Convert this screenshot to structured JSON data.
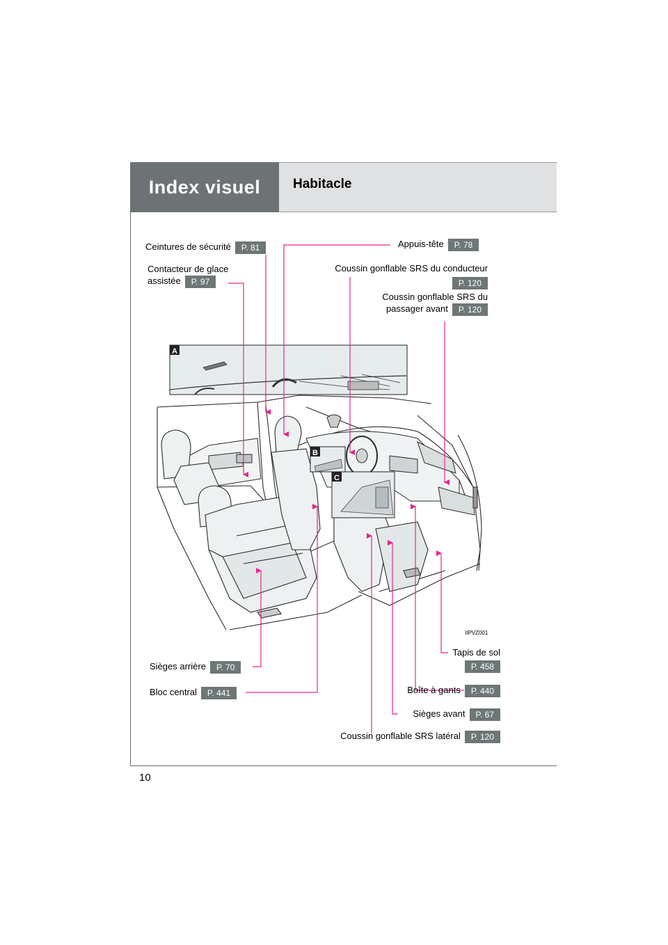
{
  "header": {
    "section": "Index visuel",
    "title": "Habitacle"
  },
  "labels": {
    "seatbelts": {
      "text": "Ceintures de sécurité",
      "page": "P. 81"
    },
    "headrests": {
      "text": "Appuis-tête",
      "page": "P. 78"
    },
    "power_window": {
      "line1": "Contacteur de glace",
      "line2": "assistée",
      "page": "P. 97"
    },
    "driver_airbag": {
      "text": "Coussin gonflable SRS du conducteur",
      "page": "P. 120"
    },
    "passenger_airbag": {
      "line1": "Coussin gonflable SRS du",
      "line2": "passager avant",
      "page": "P. 120"
    },
    "rear_seats": {
      "text": "Sièges arrière",
      "page": "P. 70"
    },
    "console": {
      "text": "Bloc central",
      "page": "P. 441"
    },
    "floor_mats": {
      "text": "Tapis de sol",
      "page": "P. 458"
    },
    "glovebox": {
      "text": "Boîte à gants",
      "page": "P. 440"
    },
    "front_seats": {
      "text": "Sièges avant",
      "page": "P. 67"
    },
    "side_airbag": {
      "text": "Coussin gonflable SRS latéral",
      "page": "P. 120"
    }
  },
  "callouts": {
    "a": "A",
    "b": "B",
    "c": "C"
  },
  "figure_code": "IIPVZ001",
  "page_number": "10",
  "colors": {
    "leader": "#e8258c",
    "badge": "#6e7676",
    "header_dark": "#6d7374",
    "header_light": "#dfe1e3"
  }
}
